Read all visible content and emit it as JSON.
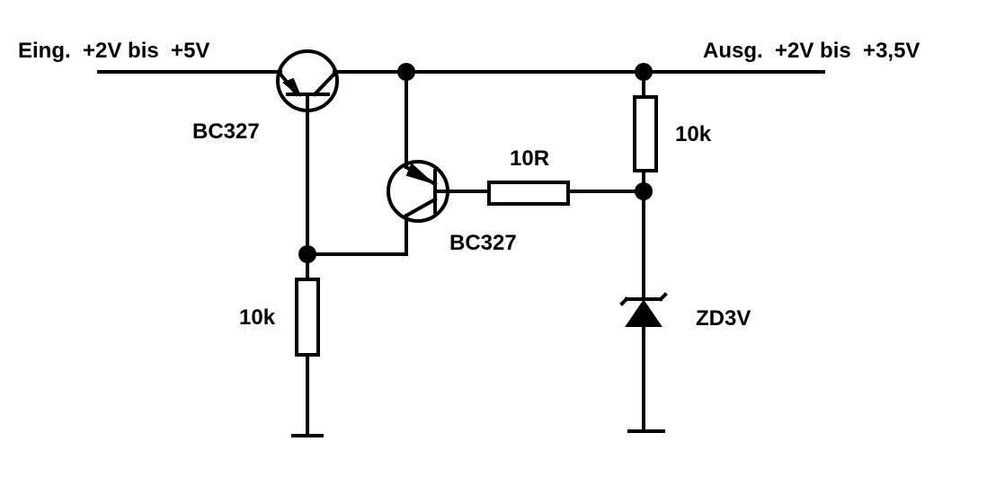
{
  "input_label": "Eing.  +2V bis  +5V",
  "output_label": "Ausg.  +2V bis  +3,5V",
  "transistor_1": {
    "label": "BC327"
  },
  "transistor_2": {
    "label": "BC327"
  },
  "resistor_base": {
    "label": "10R"
  },
  "resistor_right": {
    "label": "10k"
  },
  "resistor_left": {
    "label": "10k"
  },
  "zener": {
    "label": "ZD3V"
  },
  "colors": {
    "line": "#000000",
    "background": "#ffffff"
  }
}
